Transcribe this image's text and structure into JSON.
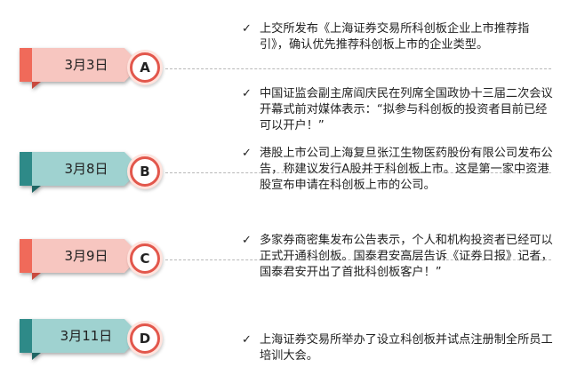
{
  "colors": {
    "pink_tag": "#f7c6c0",
    "pink_accent": "#f06a5a",
    "teal_tag": "#9fd2d0",
    "teal_accent": "#2e8a88",
    "circle_border": "#e2574c"
  },
  "check_icon": "✓",
  "events": [
    {
      "date": "3月3日",
      "marker": "A",
      "style": "pink"
    },
    {
      "date": "3月8日",
      "marker": "B",
      "style": "teal"
    },
    {
      "date": "3月9日",
      "marker": "C",
      "style": "pink"
    },
    {
      "date": "3月11日",
      "marker": "D",
      "style": "teal"
    }
  ],
  "notes": [
    "上交所发布《上海证券交易所科创板企业上市推荐指引》，确认优先推荐科创板上市的企业类型。",
    "中国证监会副主席阎庆民在列席全国政协十三届二次会议开幕式前对媒体表示：“拟参与科创板的投资者目前已经可以开户！”",
    "港股上市公司上海复旦张江生物医药股份有限公司发布公告，称建议发行A股并于科创板上市。这是第一家中资港股宣布申请在科创板上市的公司。",
    "多家券商密集发布公告表示，个人和机构投资者已经可以正式开通科创板。国泰君安高层告诉《证券日报》记者，国泰君安开出了首批科创板客户！”",
    "上海证券交易所举办了设立科创板并试点注册制全所员工培训大会。"
  ]
}
